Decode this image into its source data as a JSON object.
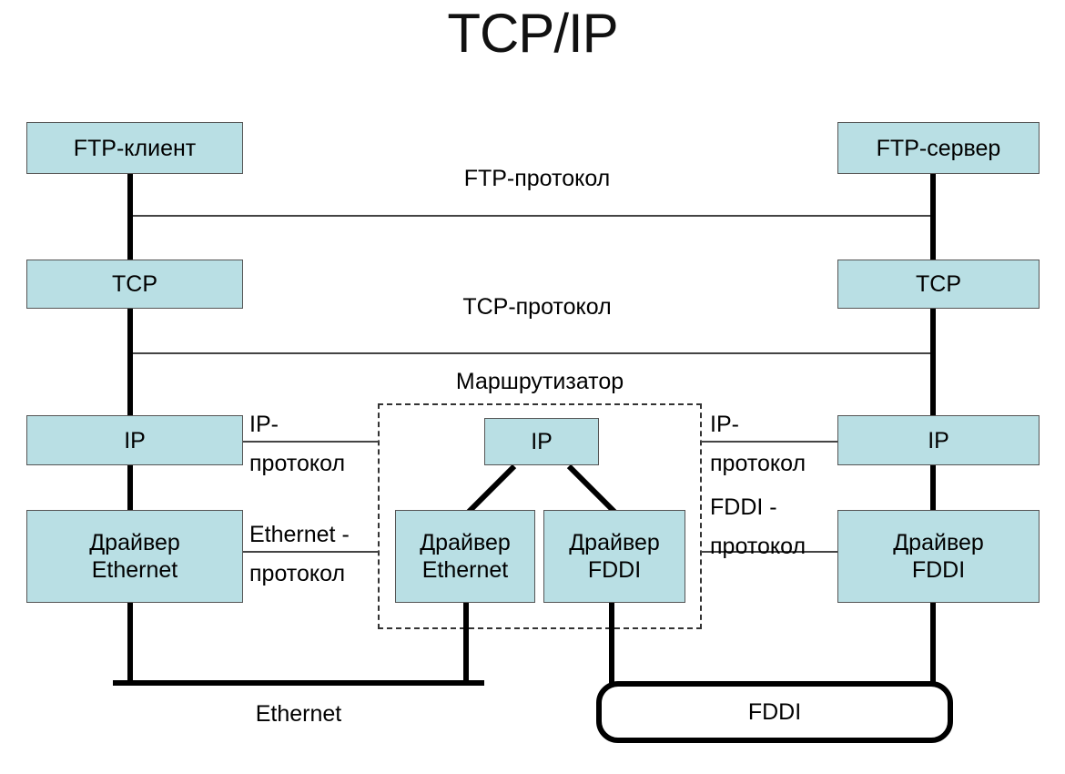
{
  "diagram": {
    "title": "TCP/IP",
    "colors": {
      "node_fill": "#b9dfe4",
      "node_border": "#555555",
      "link": "#000000",
      "protocol_line": "#444444",
      "router_border": "#333333",
      "background": "#ffffff"
    },
    "host_left": {
      "name": "ftp-client-host",
      "layers": [
        {
          "id": "ftp-client",
          "label": "FTP-клиент"
        },
        {
          "id": "tcp",
          "label": "TCP"
        },
        {
          "id": "ip",
          "label": "IP"
        },
        {
          "id": "driver-ethernet",
          "label_line1": "Драйвер",
          "label_line2": "Ethernet"
        }
      ]
    },
    "host_right": {
      "name": "ftp-server-host",
      "layers": [
        {
          "id": "ftp-server",
          "label": "FTP-сервер"
        },
        {
          "id": "tcp",
          "label": "TCP"
        },
        {
          "id": "ip",
          "label": "IP"
        },
        {
          "id": "driver-fddi",
          "label_line1": "Драйвер",
          "label_line2": "FDDI"
        }
      ]
    },
    "router": {
      "title": "Маршрутизатор",
      "layers": [
        {
          "id": "ip",
          "label": "IP"
        },
        {
          "id": "driver-ethernet",
          "label_line1": "Драйвер",
          "label_line2": "Ethernet"
        },
        {
          "id": "driver-fddi",
          "label_line1": "Драйвер",
          "label_line2": "FDDI"
        }
      ]
    },
    "protocols": [
      {
        "id": "ftp-protocol",
        "label": "FTP-протокол",
        "between": "ftp-client .. ftp-server"
      },
      {
        "id": "tcp-protocol",
        "label": "TCP-протокол",
        "between": "tcp .. tcp"
      },
      {
        "id": "ip-protocol-left",
        "label_line1": "IP-",
        "label_line2": "протокол",
        "between": "ip(host-left) .. ip(router)"
      },
      {
        "id": "ethernet-protocol",
        "label_line1": "Ethernet -",
        "label_line2": "протокол",
        "between": "driver-ethernet(host-left) .. driver-ethernet(router)"
      },
      {
        "id": "ip-protocol-right",
        "label_line1": "IP-",
        "label_line2": "протокол",
        "between": "ip(router) .. ip(host-right)"
      },
      {
        "id": "fddi-protocol",
        "label_line1": "FDDI -",
        "label_line2": "протокол",
        "between": "driver-fddi(router) .. driver-fddi(host-right)"
      }
    ],
    "networks": [
      {
        "id": "ethernet-segment",
        "label": "Ethernet",
        "shape": "bus"
      },
      {
        "id": "fddi-ring",
        "label": "FDDI",
        "shape": "ring"
      }
    ]
  }
}
